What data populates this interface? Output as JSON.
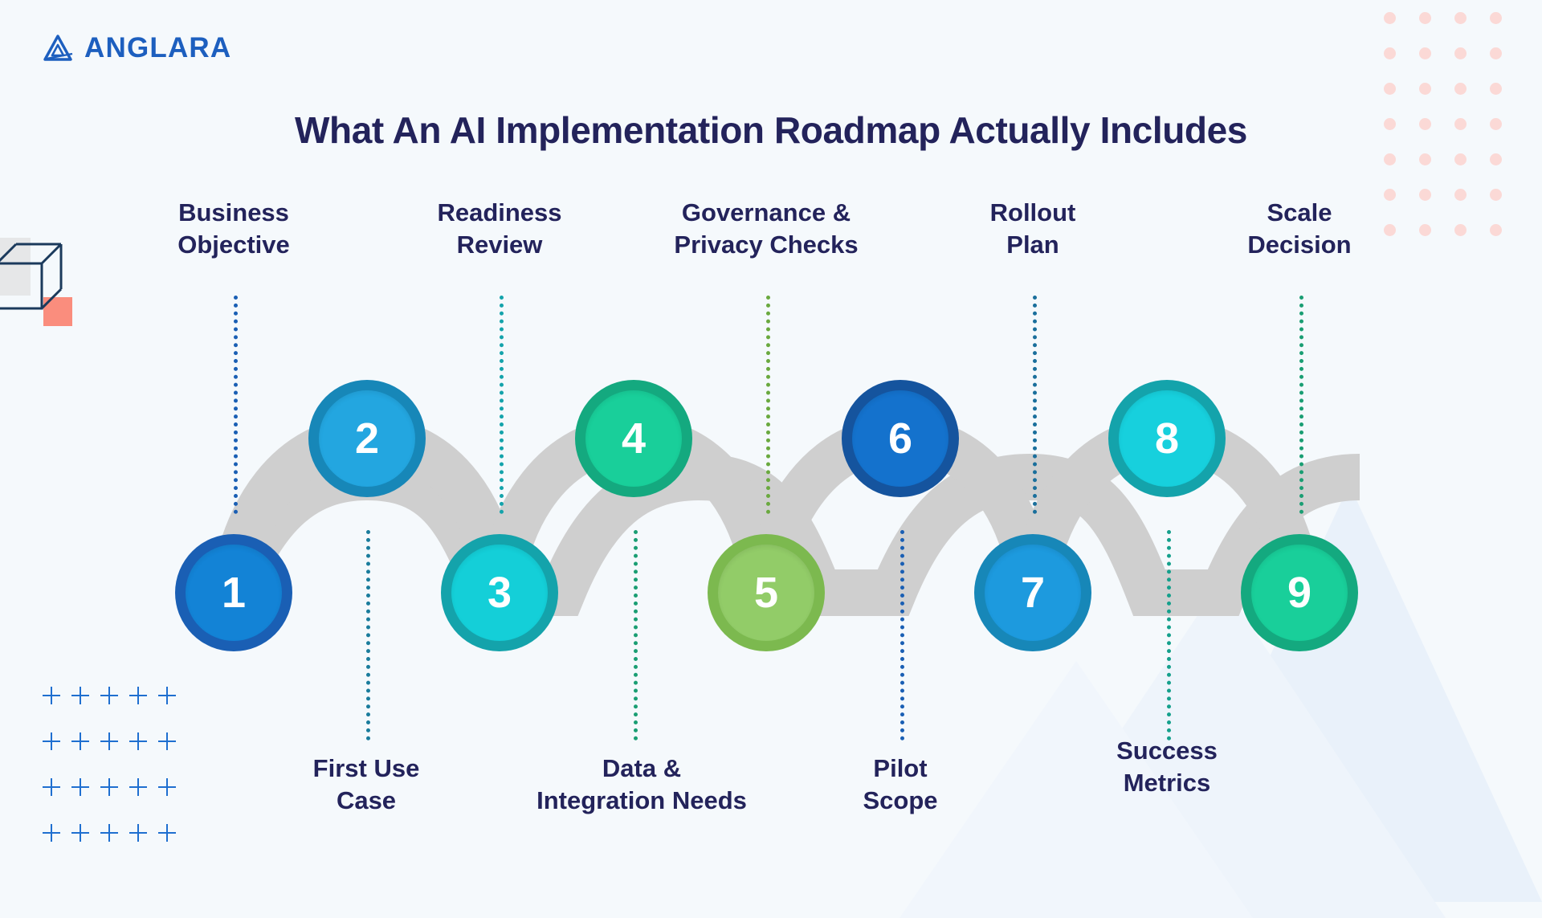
{
  "brand": {
    "name": "ANGLARA",
    "logo_icon": "anglara-triangle-logo",
    "color": "#1d5fbf"
  },
  "header": {
    "title": "What An AI Implementation Roadmap Actually Includes"
  },
  "theme": {
    "background": "#f5f9fc",
    "text_dark": "#23235b",
    "ribbon": "#cfcfcf",
    "dot_pink": "#fbd9d6",
    "plus_blue": "#1f6fd0",
    "cube_outline": "#1b3a5c",
    "cube_accent": "#fa8d7d"
  },
  "roadmap": {
    "steps": [
      {
        "number": "1",
        "label_line1": "Business",
        "label_line2": "Objective",
        "position": "bottom",
        "ring": "#1a5fb4",
        "fill": "#1383d6",
        "connector": "#1a5fb4"
      },
      {
        "number": "2",
        "label_line1": "First Use",
        "label_line2": "Case",
        "position": "top",
        "ring": "#1787b8",
        "fill": "#23a6e0",
        "connector": "#1a7c9c"
      },
      {
        "number": "3",
        "label_line1": "Readiness",
        "label_line2": "Review",
        "position": "bottom",
        "ring": "#14a3ab",
        "fill": "#14cfd8",
        "connector": "#14a3ab"
      },
      {
        "number": "4",
        "label_line1": "Data &",
        "label_line2": "Integration Needs",
        "position": "top",
        "ring": "#14a97f",
        "fill": "#19cf9a",
        "connector": "#1a9e73"
      },
      {
        "number": "5",
        "label_line1": "Governance &",
        "label_line2": "Privacy Checks",
        "position": "bottom",
        "ring": "#7cb94f",
        "fill": "#92cc68",
        "connector": "#6aa93f"
      },
      {
        "number": "6",
        "label_line1": "Pilot",
        "label_line2": "Scope",
        "position": "top",
        "ring": "#15549e",
        "fill": "#1472cd",
        "connector": "#1a5fb4"
      },
      {
        "number": "7",
        "label_line1": "Rollout",
        "label_line2": "Plan",
        "position": "bottom",
        "ring": "#1787b8",
        "fill": "#1d9ade",
        "connector": "#1a6f9c"
      },
      {
        "number": "8",
        "label_line1": "Success",
        "label_line2": "Metrics",
        "position": "top",
        "ring": "#14a3ab",
        "fill": "#17d0dd",
        "connector": "#15a08c"
      },
      {
        "number": "9",
        "label_line1": "Scale",
        "label_line2": "Decision",
        "position": "bottom",
        "ring": "#14a97f",
        "fill": "#19cf9a",
        "connector": "#1a9e73"
      }
    ]
  },
  "decorations": {
    "dot_grid_columns": 4,
    "dot_grid_rows": 7,
    "plus_grid_columns": 5,
    "plus_grid_rows": 4,
    "cube_icon": "wireframe-cube-icon",
    "mountain_watermark": "mountain-arrow-watermark"
  }
}
